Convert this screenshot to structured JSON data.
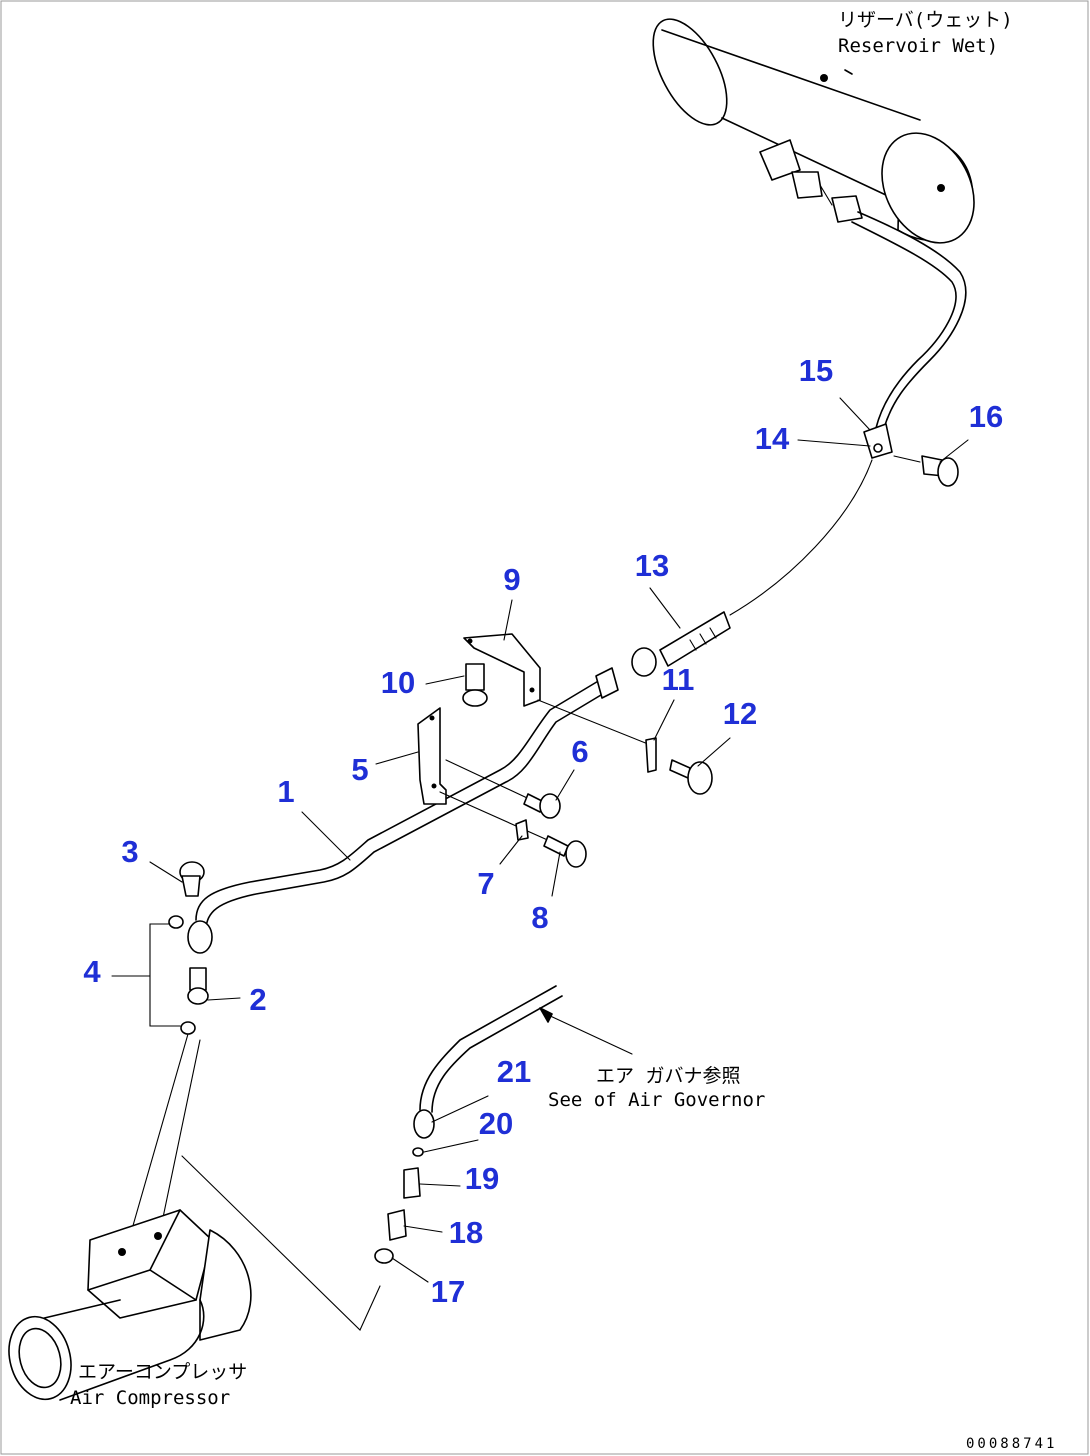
{
  "callouts": [
    "1",
    "2",
    "3",
    "4",
    "5",
    "6",
    "7",
    "8",
    "9",
    "10",
    "11",
    "12",
    "13",
    "14",
    "15",
    "16",
    "17",
    "18",
    "19",
    "20",
    "21"
  ],
  "labels": {
    "reservoir_jp": "リザーバ(ウェット)",
    "reservoir_en": "Reservoir Wet)",
    "governor_jp": "エア ガバナ参照",
    "governor_en": "See of Air Governor",
    "compressor_jp": "エアーコンプレッサ",
    "compressor_en": "Air Compressor"
  },
  "drawing_code": "00088741"
}
